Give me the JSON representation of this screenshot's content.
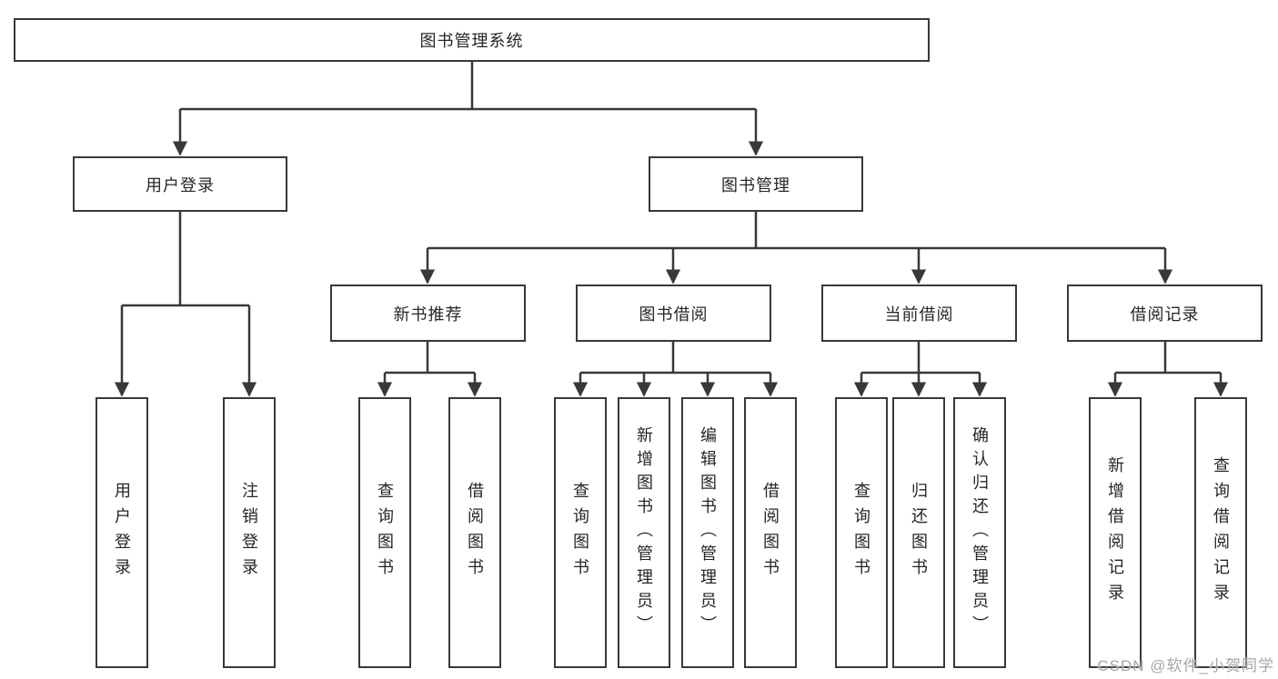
{
  "title": "图书管理系统",
  "tree": {
    "root": {
      "label": "图书管理系统"
    },
    "branches": [
      {
        "label": "用户登录",
        "children": [
          {
            "label": "用户登录"
          },
          {
            "label": "注销登录"
          }
        ]
      },
      {
        "label": "图书管理",
        "children": [
          {
            "label": "新书推荐",
            "children": [
              {
                "label": "查询图书"
              },
              {
                "label": "借阅图书"
              }
            ]
          },
          {
            "label": "图书借阅",
            "children": [
              {
                "label": "查询图书"
              },
              {
                "label": "新增图书（管理员）"
              },
              {
                "label": "编辑图书（管理员）"
              },
              {
                "label": "借阅图书"
              }
            ]
          },
          {
            "label": "当前借阅",
            "children": [
              {
                "label": "查询图书"
              },
              {
                "label": "归还图书"
              },
              {
                "label": "确认归还（管理员）"
              }
            ]
          },
          {
            "label": "借阅记录",
            "children": [
              {
                "label": "新增借阅记录"
              },
              {
                "label": "查询借阅记录"
              }
            ]
          }
        ]
      }
    ]
  },
  "watermark": {
    "text": "CSDN @软件_小贺同学"
  },
  "colors": {
    "background": "#ffffff",
    "box_fill": "#ffffff",
    "box_border": "#383838",
    "line": "#383838",
    "text": "#262626",
    "watermark": "#a6a6a6"
  }
}
